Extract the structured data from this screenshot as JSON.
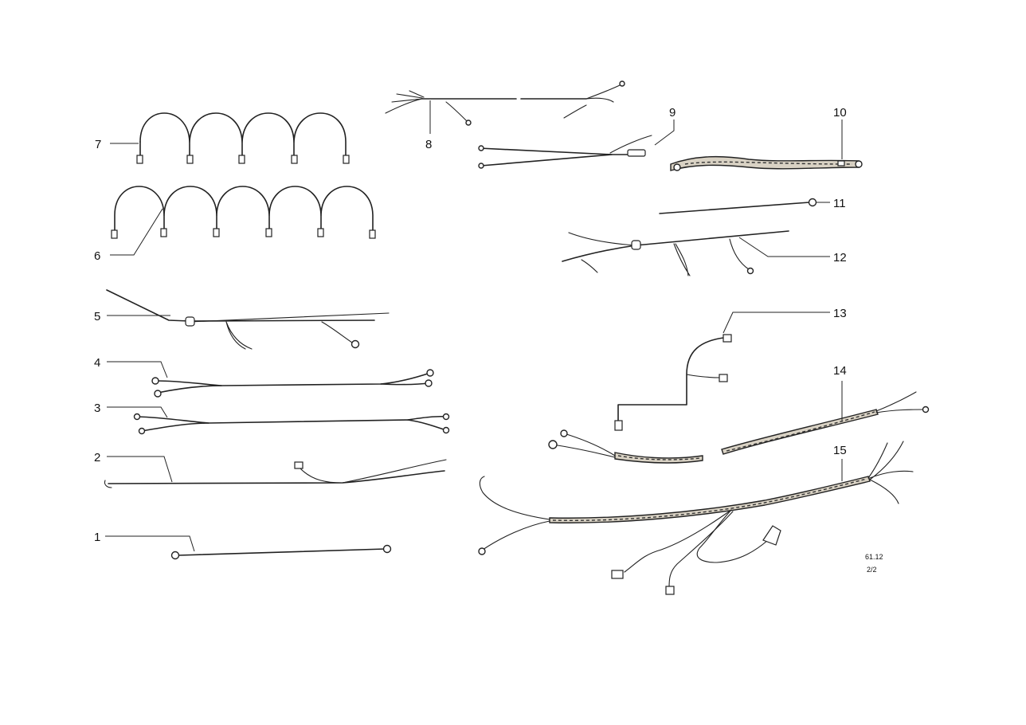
{
  "parts": [
    {
      "id": "1",
      "label": "1"
    },
    {
      "id": "2",
      "label": "2"
    },
    {
      "id": "3",
      "label": "3"
    },
    {
      "id": "4",
      "label": "4"
    },
    {
      "id": "5",
      "label": "5"
    },
    {
      "id": "6",
      "label": "6"
    },
    {
      "id": "7",
      "label": "7"
    },
    {
      "id": "8",
      "label": "8"
    },
    {
      "id": "9",
      "label": "9"
    },
    {
      "id": "10",
      "label": "10"
    },
    {
      "id": "11",
      "label": "11"
    },
    {
      "id": "12",
      "label": "12"
    },
    {
      "id": "13",
      "label": "13"
    },
    {
      "id": "14",
      "label": "14"
    },
    {
      "id": "15",
      "label": "15"
    }
  ],
  "reference": {
    "line1": "61.12",
    "line2": "2/2"
  }
}
